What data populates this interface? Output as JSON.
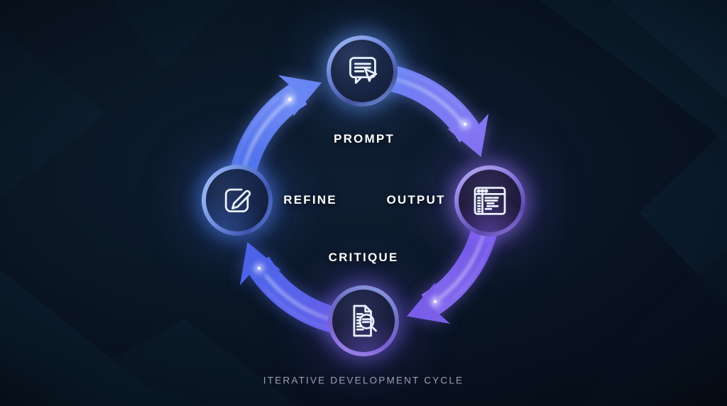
{
  "diagram": {
    "caption": "ITERATIVE DEVELOPMENT CYCLE",
    "cycle_direction": "clockwise",
    "nodes": [
      {
        "label": "PROMPT",
        "position": "top",
        "icon": "chat-bubble-cursor-icon",
        "accent_color": "#7e99f8"
      },
      {
        "label": "OUTPUT",
        "position": "right",
        "icon": "code-window-icon",
        "accent_color": "#8a74f2"
      },
      {
        "label": "CRITIQUE",
        "position": "bottom",
        "icon": "document-magnifier-icon",
        "accent_color": "#7c66ee"
      },
      {
        "label": "REFINE",
        "position": "left",
        "icon": "edit-pencil-icon",
        "accent_color": "#5b82f2"
      }
    ],
    "arrows": [
      {
        "from": "REFINE",
        "to": "PROMPT",
        "color": "#5f7df5"
      },
      {
        "from": "PROMPT",
        "to": "OUTPUT",
        "color": "#8478f3"
      },
      {
        "from": "OUTPUT",
        "to": "CRITIQUE",
        "color": "#7b60ea"
      },
      {
        "from": "CRITIQUE",
        "to": "REFINE",
        "color": "#4f63e8"
      }
    ],
    "colors": {
      "background": "#0a1624",
      "label_text": "#ffffff",
      "caption_text": "#98a0b2",
      "icon_stroke": "#e9effc",
      "magnifier_highlight_blue": "#7fbcf2"
    }
  }
}
